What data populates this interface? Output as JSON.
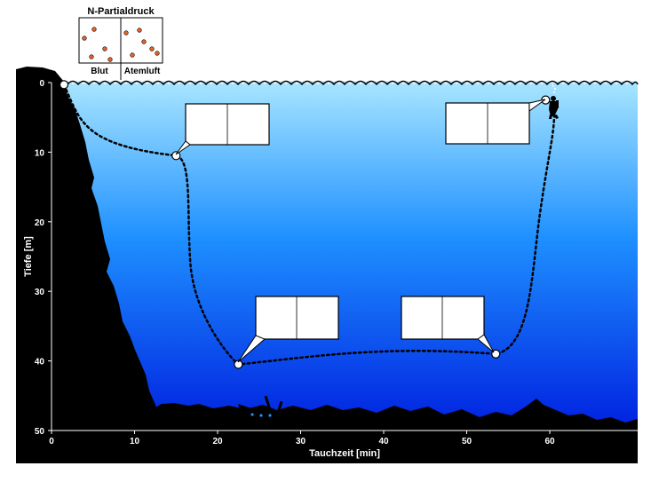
{
  "legend": {
    "title": "N-Partialdruck",
    "left_label": "Blut",
    "right_label": "Atemluft"
  },
  "axes": {
    "xlabel": "Tauchzeit [min]",
    "ylabel": "Tiefe [m]",
    "x_ticks": [
      "0",
      "10",
      "20",
      "30",
      "40",
      "50",
      "60"
    ],
    "y_ticks": [
      "0",
      "10",
      "20",
      "30",
      "40",
      "50"
    ]
  },
  "colors": {
    "water_top": "#a8e6ff",
    "water_mid": "#1e90ff",
    "water_bottom": "#0020e0",
    "terrain": "#000000",
    "particle": "#e8622c"
  },
  "dive_profile": {
    "points": [
      {
        "time_min": 1.5,
        "depth_m": 0.3
      },
      {
        "time_min": 15.0,
        "depth_m": 10.5
      },
      {
        "time_min": 22.5,
        "depth_m": 40.5
      },
      {
        "time_min": 53.5,
        "depth_m": 39.0
      },
      {
        "time_min": 59.5,
        "depth_m": 2.5
      }
    ]
  },
  "icons": [
    "diver-icon",
    "shipwreck-icon",
    "cliff-terrain"
  ]
}
